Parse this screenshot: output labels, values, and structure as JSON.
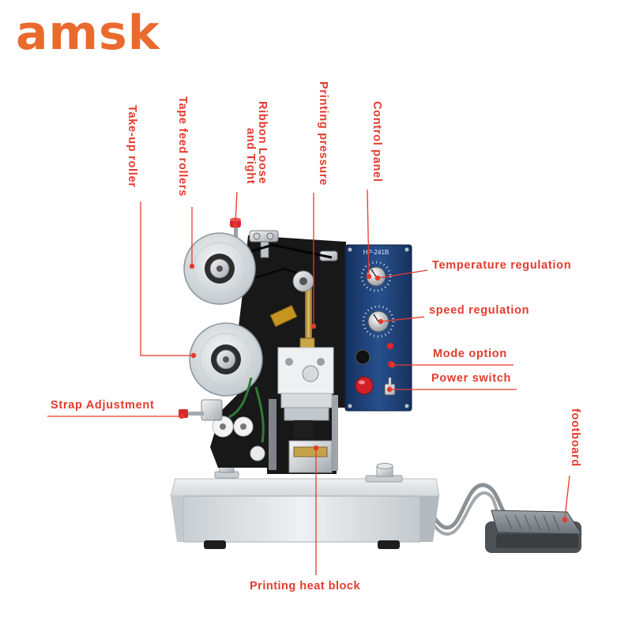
{
  "brand": {
    "logo_text": "amsk",
    "logo_color": "#ea6a2e"
  },
  "machine": {
    "model_plate": "HP-241B"
  },
  "labels": {
    "take_up_roller": "Take-up roller",
    "tape_feed_rollers": "Tape feed rollers",
    "ribbon_loose_tight": [
      "Ribbon Loose",
      "and Tight"
    ],
    "printing_pressure": "Printing pressure",
    "control_panel": "Control panel",
    "temperature_regulation": "Temperature regulation",
    "speed_regulation": "speed regulation",
    "mode_option": "Mode option",
    "power_switch": "Power switch",
    "strap_adjustment": "Strap Adjustment",
    "printing_heat_block": "Printing heat block",
    "footboard": "footboard"
  },
  "colors": {
    "label_red": "#e53a2e",
    "panel_blue": "#1f3d70",
    "tape_green": "#2e7a37"
  }
}
